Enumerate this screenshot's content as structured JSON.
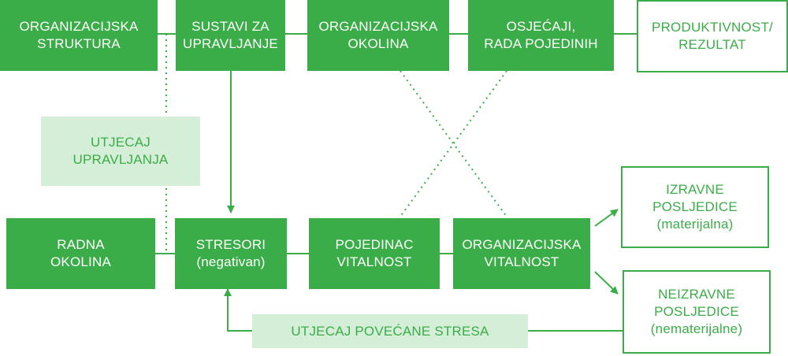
{
  "colors": {
    "primary_green": "#3bad48",
    "light_green": "#d4eed7",
    "text_on_green": "#ffffff"
  },
  "boxes": {
    "organizacijska_struktura": "ORGANIZACIJSKA\nSTRUKTURA",
    "sustavi_za_upravljanje": "SUSTAVI ZA\nUPRAVLJANJE",
    "organizacijska_okolina": "ORGANIZACIJSKA\nOKOLINA",
    "osjecaji_rada_pojedinih": "OSJEĆAJI,\nRADA POJEDINIH",
    "produktivnost_rezultat": "PRODUKTIVNOST/\nREZULTAT",
    "utjecaj_upravljanja": "UTJECAJ\nUPRAVLJANJA",
    "radna_okolina": "RADNA\nOKOLINA",
    "stresori": "STRESORI\n(negativan)",
    "pojedinac_vitalnost": "POJEDINAC\nVITALNOST",
    "organizacijska_vitalnost": "ORGANIZACIJSKA\nVITALNOST",
    "izravne_posljedice": "IZRAVNE\nPOSLJEDICE\n(materijalna)",
    "neizravne_posljedice": "NEIZRAVNE\nPOSLJEDICE\n(nematerijalne)",
    "utjecaj_povecane_stresa": "UTJECAJ POVEĆANE STRESA"
  }
}
